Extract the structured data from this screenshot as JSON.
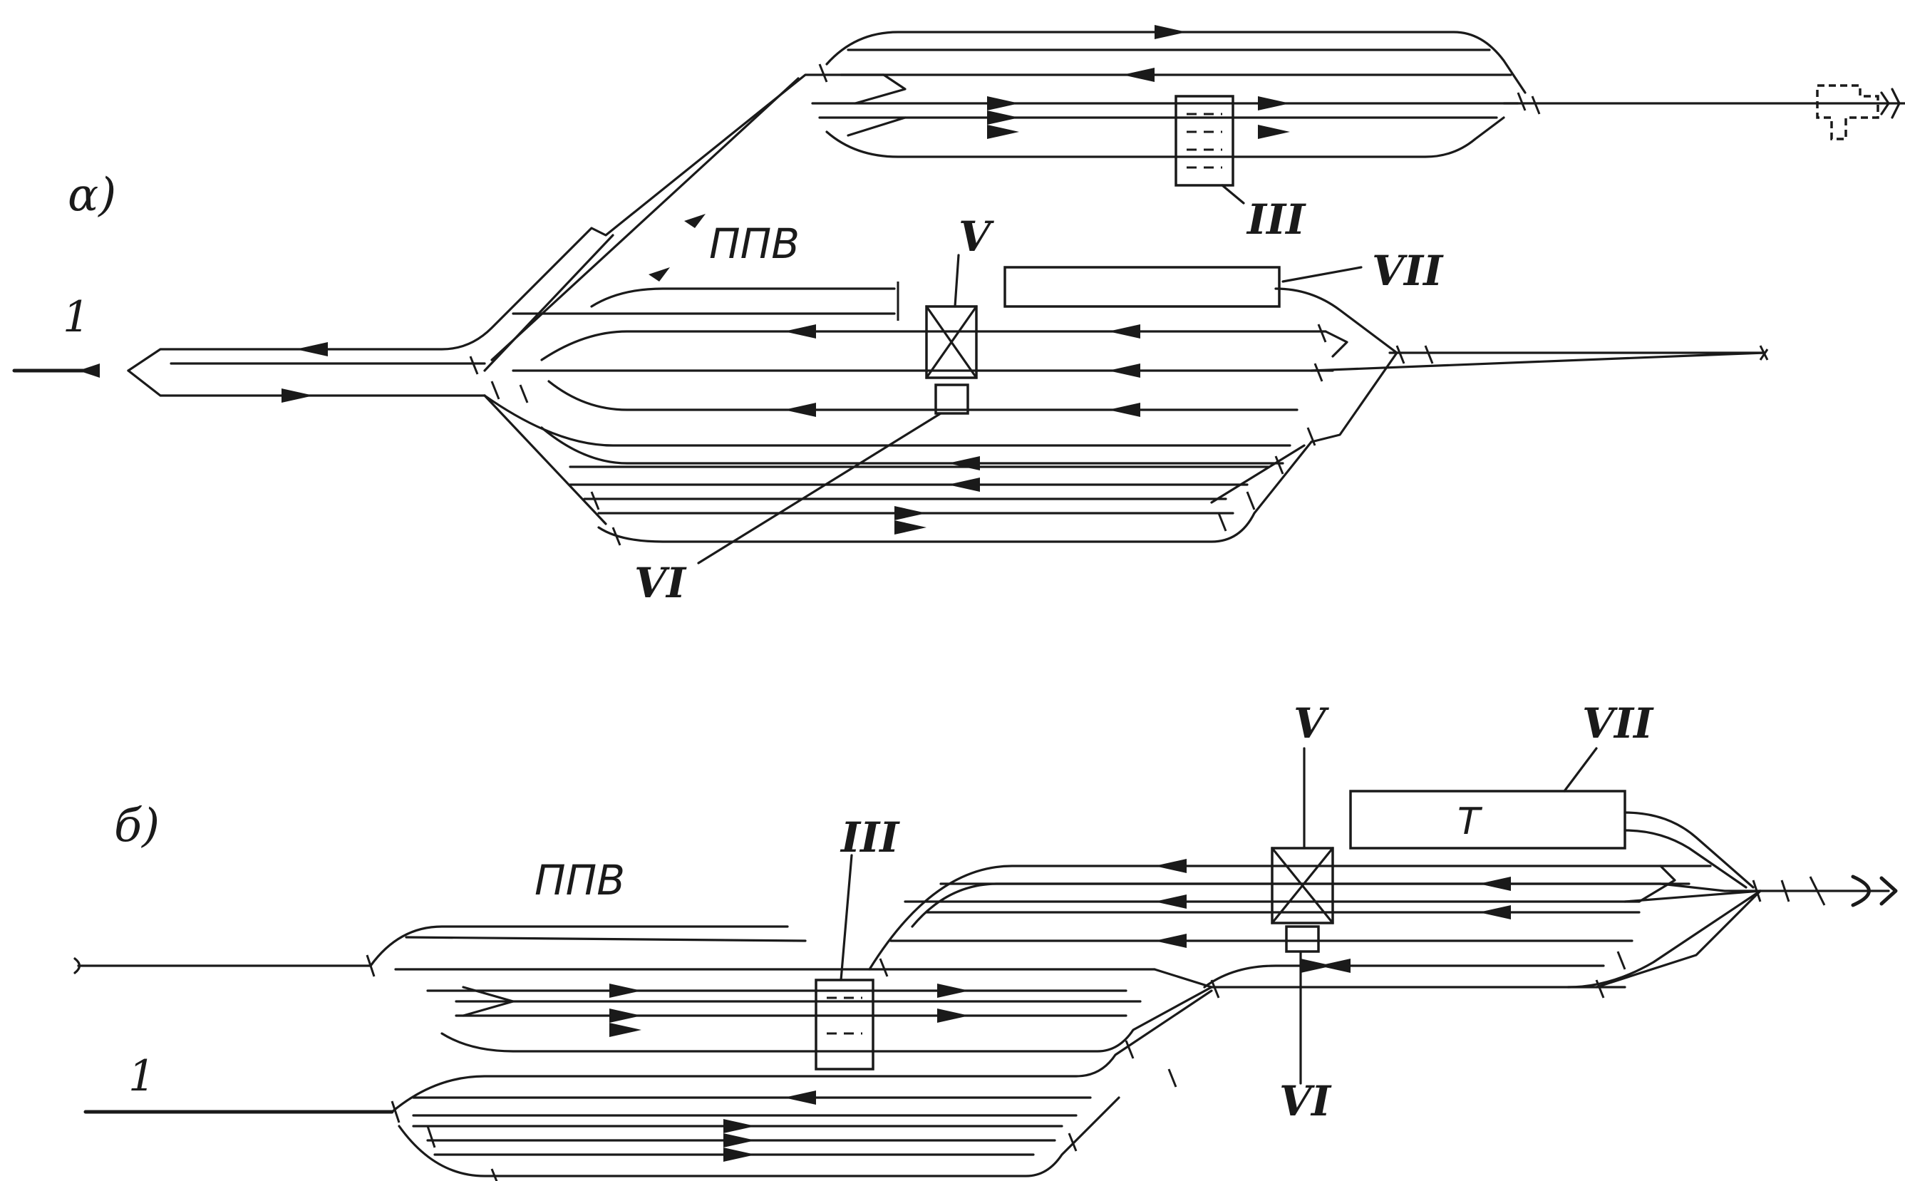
{
  "scheme_a": {
    "label": "α)",
    "line_number": "1",
    "yard_label": "ППВ",
    "building_V": "V",
    "building_VI": "VI",
    "building_VII": "VII",
    "building_III": "III"
  },
  "scheme_b": {
    "label": "б)",
    "line_number": "1",
    "yard_label": "ППВ",
    "building_V": "V",
    "building_VI": "VI",
    "building_VII": "VII",
    "building_III": "III",
    "depot_mark": "Т"
  }
}
